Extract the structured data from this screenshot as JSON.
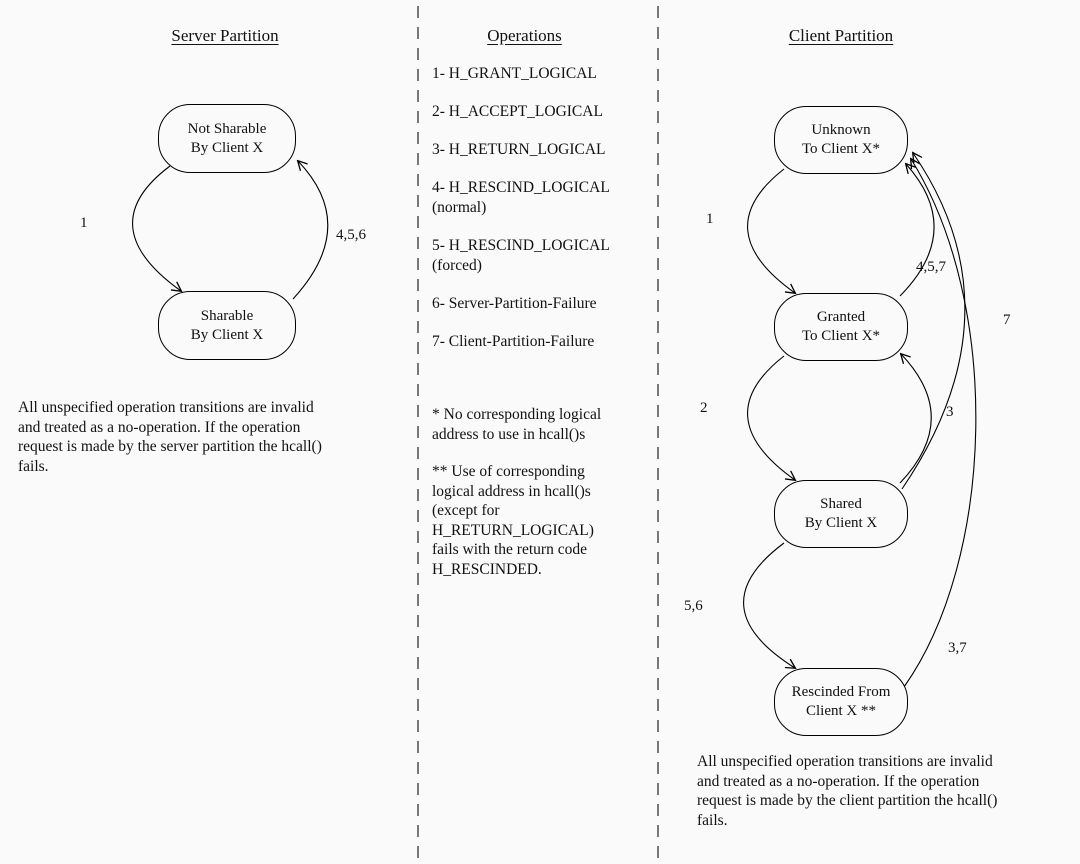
{
  "page": {
    "background_color": "#fafafa",
    "ink_color": "#000000"
  },
  "server": {
    "title": "Server Partition",
    "nodes": [
      {
        "line1": "Not Sharable",
        "line2": "By Client X"
      },
      {
        "line1": "Sharable",
        "line2": "By Client X"
      }
    ],
    "edge_labels": {
      "grant": "1",
      "rescind": "4,5,6"
    },
    "footnote": "All unspecified operation transitions are invalid\nand treated as a no-operation. If the operation\nrequest is made by the server partition the hcall()\nfails."
  },
  "operations": {
    "title": "Operations",
    "items": [
      "1- H_GRANT_LOGICAL",
      "2- H_ACCEPT_LOGICAL",
      "3- H_RETURN_LOGICAL",
      "4- H_RESCIND_LOGICAL\n(normal)",
      "5- H_RESCIND_LOGICAL\n(forced)",
      "6- Server-Partition-Failure",
      "7- Client-Partition-Failure"
    ],
    "note1": "* No corresponding logical\naddress to use in hcall()s",
    "note2": "** Use of corresponding\nlogical address in hcall()s\n(except for\nH_RETURN_LOGICAL)\nfails with the return code\nH_RESCINDED."
  },
  "client": {
    "title": "Client Partition",
    "nodes": [
      {
        "line1": "Unknown",
        "line2": "To Client X*"
      },
      {
        "line1": "Granted",
        "line2": "To Client X*"
      },
      {
        "line1": "Shared",
        "line2": "By Client X"
      },
      {
        "line1": "Rescinded From",
        "line2": "Client X **"
      }
    ],
    "edge_labels": {
      "grant": "1",
      "rescind_top": "4,5,7",
      "accept": "2",
      "return": "3",
      "rescind_bottom": "5,6",
      "client_failure": "7",
      "return_failure": "3,7"
    },
    "footnote": "All unspecified operation transitions are invalid\nand treated as a no-operation. If the operation\nrequest is made by the client partition the hcall()\nfails."
  }
}
